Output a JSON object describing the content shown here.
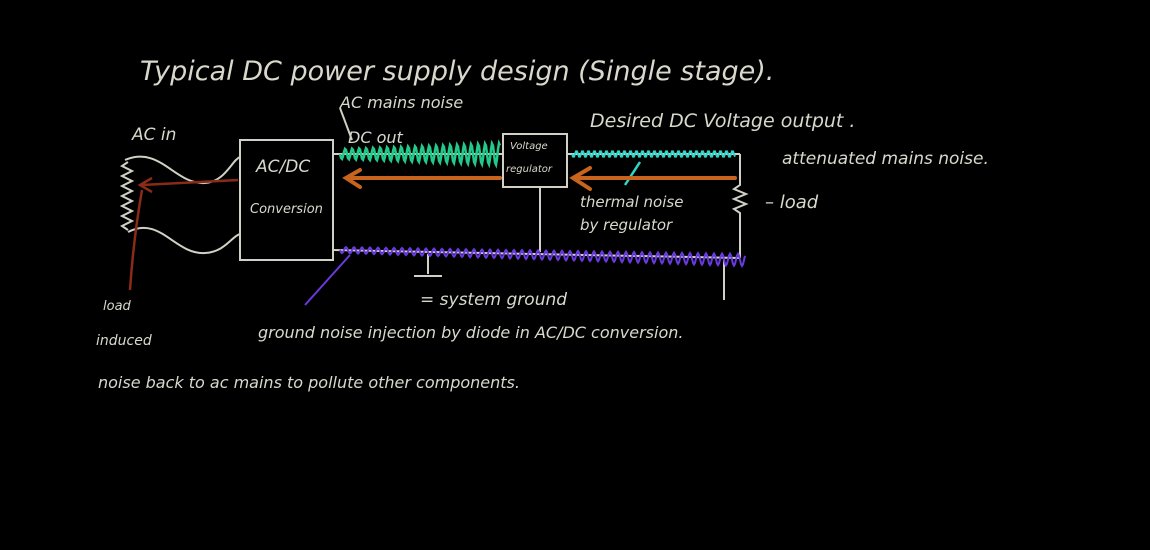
{
  "title": "Typical DC power supply design (Single stage).",
  "labels": {
    "ac_mains_noise": "AC mains noise",
    "dc_out": "DC out",
    "ac_in": "AC in",
    "acdc_line1": "AC/DC",
    "acdc_line2": "Conversion",
    "regulator_line1": "Voltage",
    "regulator_line2": "regulator",
    "desired_output": "Desired DC Voltage output .",
    "attenuated": "attenuated mains noise.",
    "load": "– load",
    "thermal_line1": "thermal noise",
    "thermal_line2": "by regulator",
    "system_ground": "= system ground",
    "ground_noise": "ground noise injection by diode in AC/DC conversion.",
    "load_induced_1": "load",
    "load_induced_2": "induced",
    "load_induced_3": "noise back to ac mains to pollute other components."
  },
  "colors": {
    "chalk": "#d0d0c4",
    "mains_noise": "#22c98a",
    "attenuated_noise": "#2fd6c8",
    "thermal_noise": "#c8641e",
    "ground_noise": "#6a3ae0",
    "load_noise": "#8a2a18"
  }
}
